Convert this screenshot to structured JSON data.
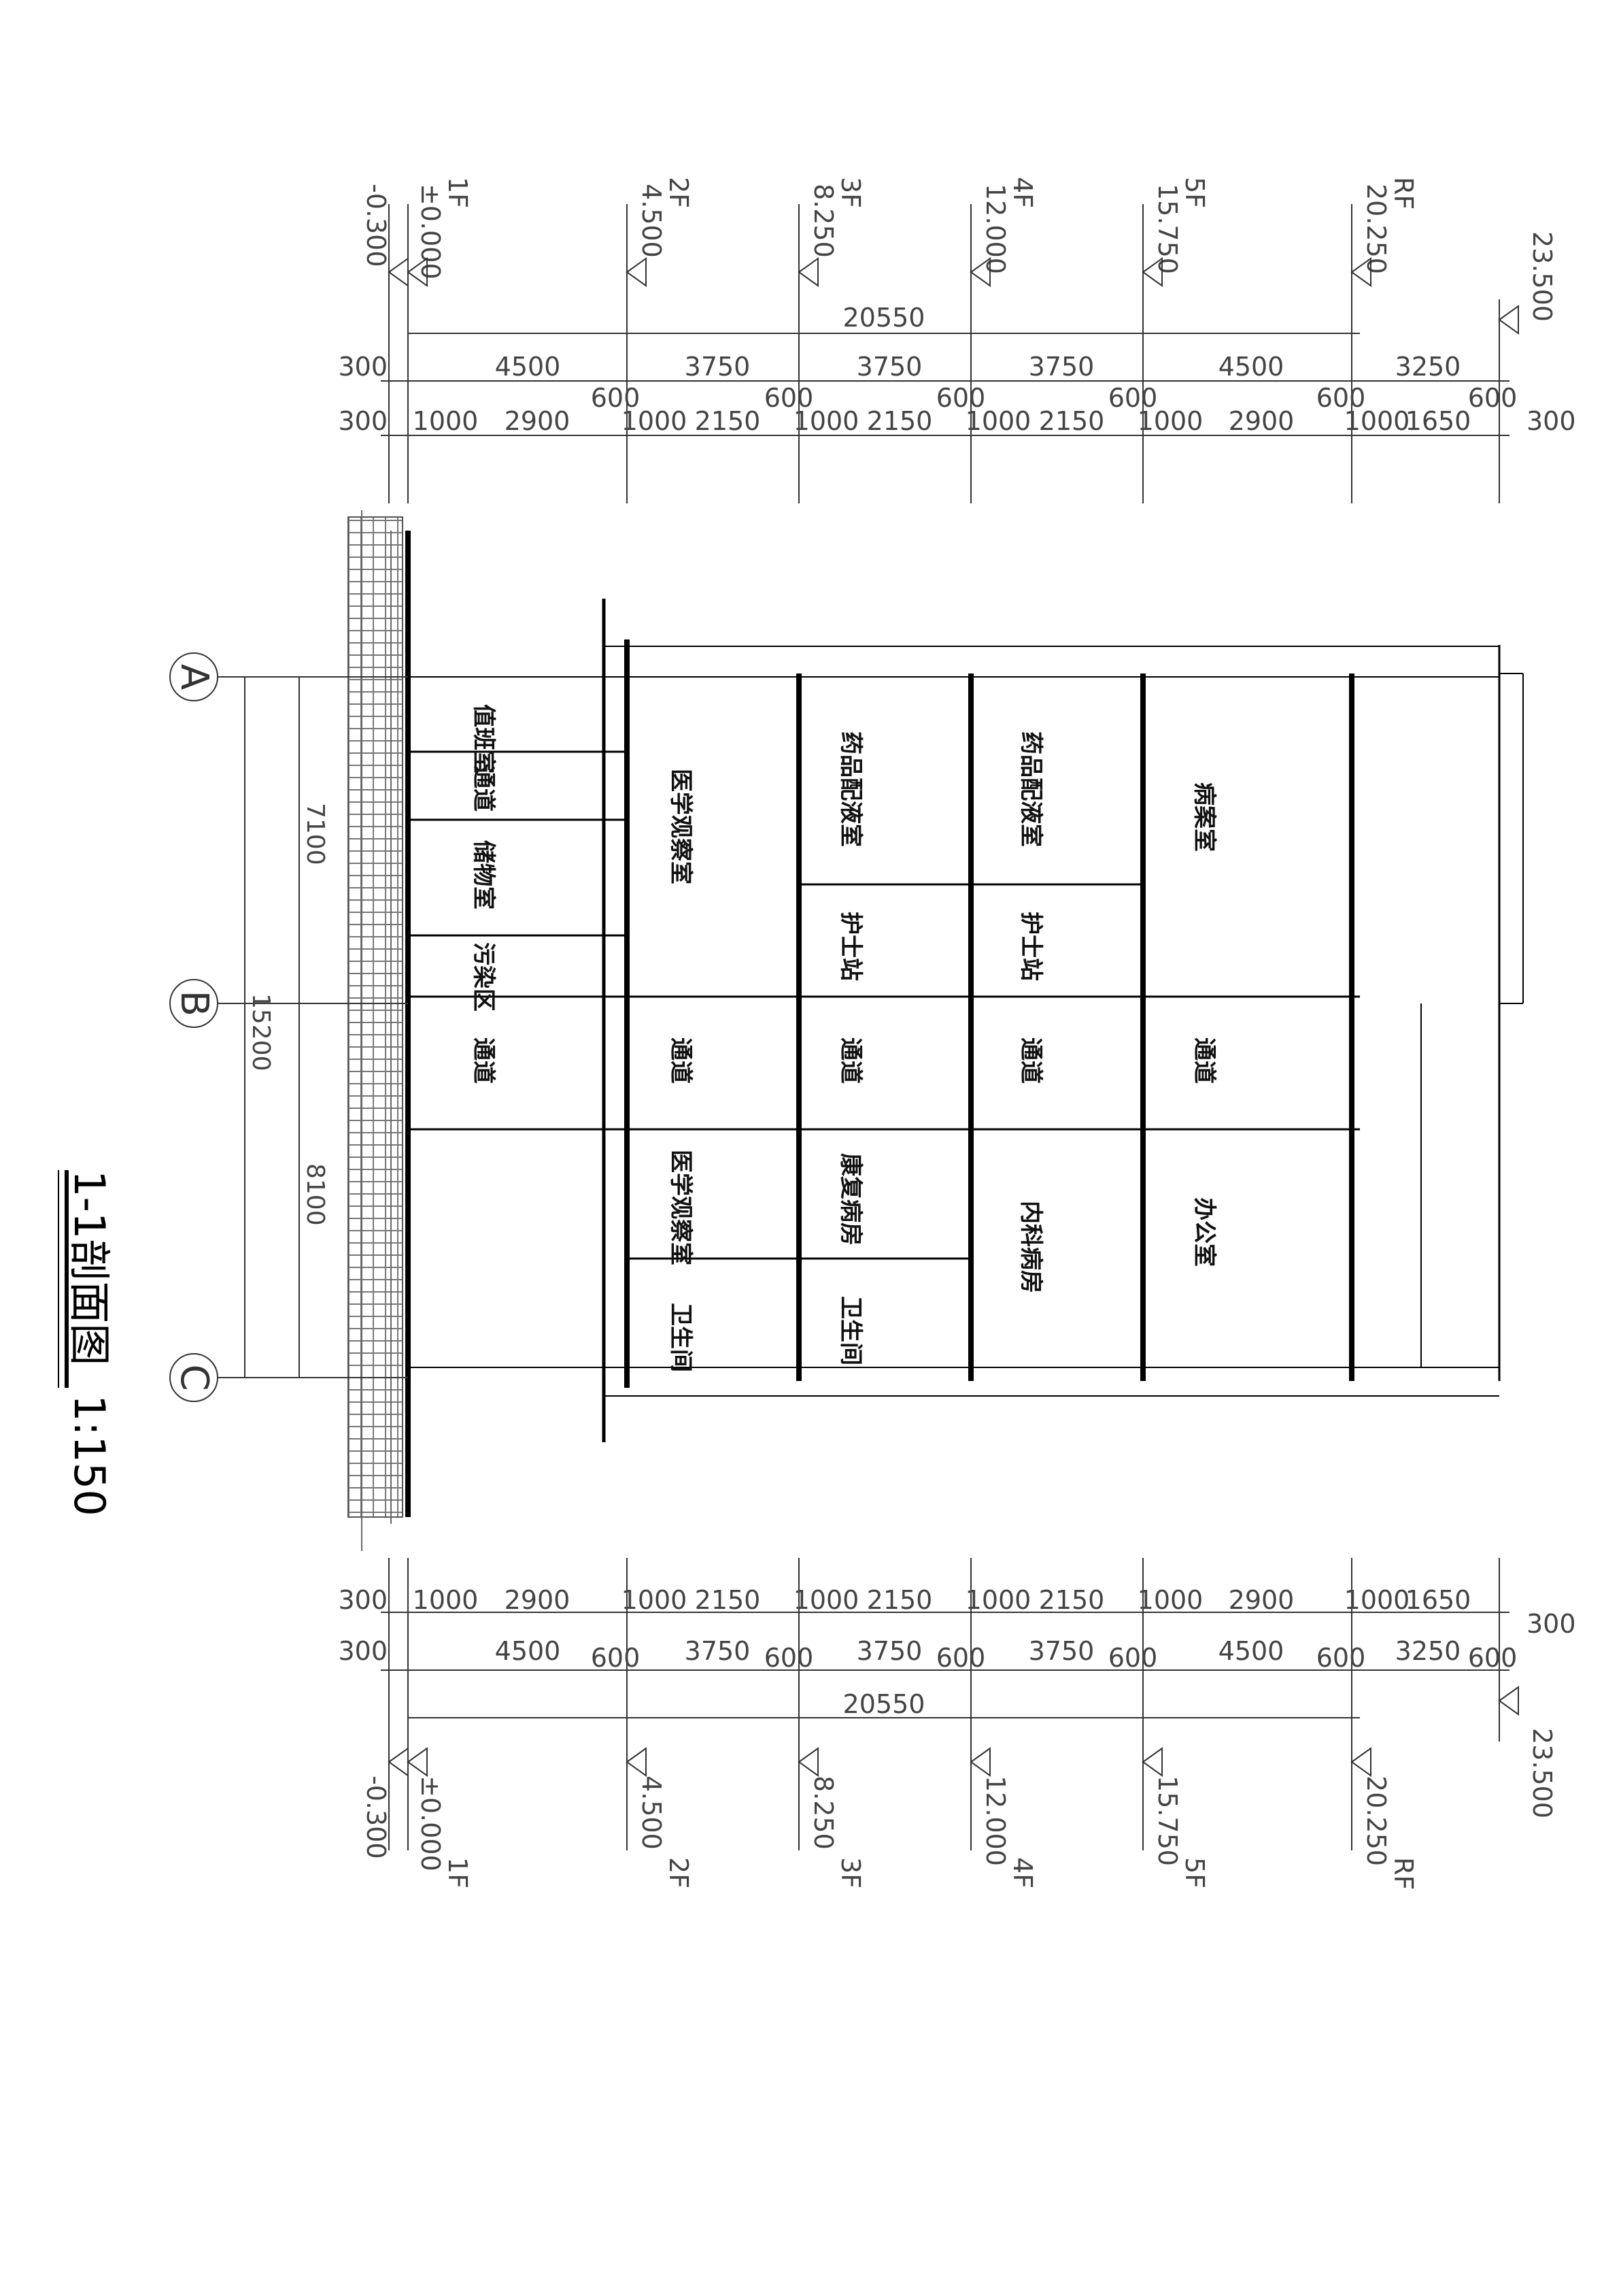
{
  "drawing": {
    "title": "1-1剖面图",
    "scale": "1:150"
  },
  "levels": [
    {
      "floor": "",
      "elev": "-0.300"
    },
    {
      "floor": "1F",
      "elev": "±0.000"
    },
    {
      "floor": "2F",
      "elev": "4.500"
    },
    {
      "floor": "3F",
      "elev": "8.250"
    },
    {
      "floor": "4F",
      "elev": "12.000"
    },
    {
      "floor": "5F",
      "elev": "15.750"
    },
    {
      "floor": "RF",
      "elev": "20.250"
    },
    {
      "floor": "",
      "elev": "23.500"
    }
  ],
  "dims": {
    "total": "20550",
    "row1": [
      "300",
      "4500",
      "3750",
      "3750",
      "3750",
      "4500",
      "3250"
    ],
    "row1_parapet": [
      "600",
      "600",
      "600",
      "600",
      "600",
      "600"
    ],
    "row2": [
      "300",
      "1000",
      "2900",
      "1000",
      "2150",
      "1000",
      "2150",
      "1000",
      "2150",
      "1000",
      "2900",
      "1000",
      "1650",
      "300"
    ]
  },
  "axes": {
    "labels": [
      "A",
      "B",
      "C"
    ],
    "spans": [
      "7100",
      "8100"
    ],
    "total": "15200"
  },
  "rooms": {
    "f1": [
      "值班室",
      "通道",
      "储物室",
      "污染区",
      "通道"
    ],
    "f2": [
      "医学观察室",
      "通道",
      "医学观察室",
      "卫生间"
    ],
    "f3": [
      "药品配液室",
      "护士站",
      "通道",
      "康复病房",
      "卫生间"
    ],
    "f4": [
      "药品配液室",
      "护士站",
      "通道",
      "内科病房"
    ],
    "f5": [
      "病案室",
      "通道",
      "办公室"
    ]
  }
}
